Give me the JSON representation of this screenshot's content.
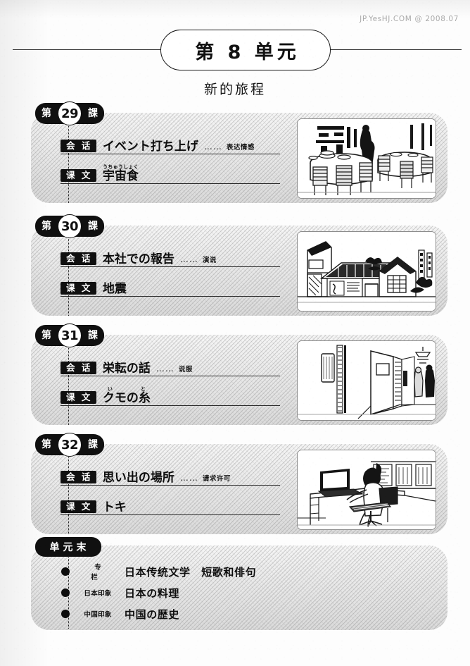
{
  "watermark": "JP.YesHJ.COM @ 2008.07",
  "unit": {
    "title": "第 8 单元",
    "subtitle": "新的旅程"
  },
  "labels": {
    "dots": "……",
    "kanji_dai": "第",
    "kanji_ka": "課",
    "tag_kaiwa": "会 话",
    "tag_kabun": "课 文"
  },
  "lessons": [
    {
      "number": "29",
      "conversation": {
        "tag": "会 话",
        "title": "イベント打ち上げ",
        "note": "表达情感"
      },
      "text": {
        "tag": "课 文",
        "title": "宇宙食",
        "ruby": "うちゅうしょく",
        "note": ""
      },
      "illustration": "banquet-hall-round-tables-icon"
    },
    {
      "number": "30",
      "conversation": {
        "tag": "会 话",
        "title": "本社での報告",
        "note": "演说"
      },
      "text": {
        "tag": "课 文",
        "title": "地震",
        "ruby": "",
        "note": ""
      },
      "illustration": "japanese-street-houses-icon"
    },
    {
      "number": "31",
      "conversation": {
        "tag": "会 话",
        "title": "栄転の話",
        "note": "说服"
      },
      "text": {
        "tag": "课 文",
        "title": "クモの糸",
        "ruby": "いと",
        "note": ""
      },
      "illustration": "office-corridor-door-icon"
    },
    {
      "number": "32",
      "conversation": {
        "tag": "会 话",
        "title": "思い出の場所",
        "note": "请求许可"
      },
      "text": {
        "tag": "课 文",
        "title": "トキ",
        "ruby": "",
        "note": ""
      },
      "illustration": "woman-at-desk-laptop-icon"
    }
  ],
  "unit_end": {
    "badge": "单元末",
    "items": [
      {
        "category": "专 栏",
        "title": "日本传统文学　短歌和俳句"
      },
      {
        "category": "日本印象",
        "title": "日本の料理"
      },
      {
        "category": "中国印象",
        "title": "中国の歴史"
      }
    ]
  }
}
